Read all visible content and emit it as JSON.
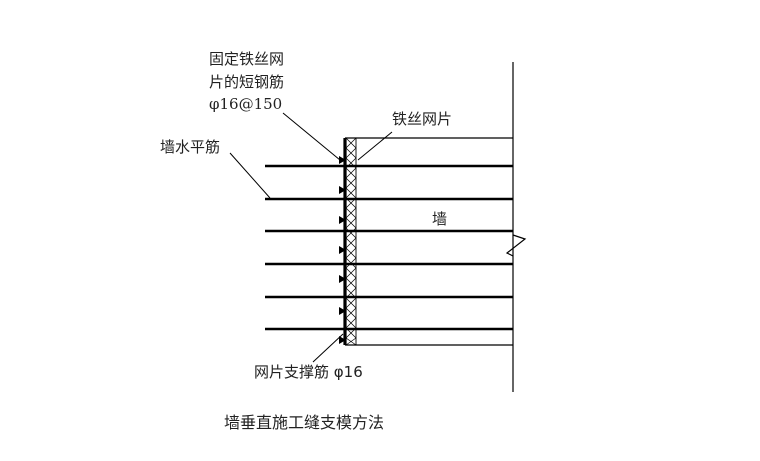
{
  "labels": {
    "fixing_bar_line1": "固定铁丝网",
    "fixing_bar_line2": "片的短钢筋",
    "fixing_bar_spec": "φ16@150",
    "wire_mesh": "铁丝网片",
    "wall_horizontal_bar": "墙水平筋",
    "wall": "墙",
    "mesh_support_bar": "网片支撑筋 φ16"
  },
  "caption": "墙垂直施工缝支模方法",
  "colors": {
    "line": "#000000",
    "text": "#222222",
    "background": "#ffffff"
  }
}
